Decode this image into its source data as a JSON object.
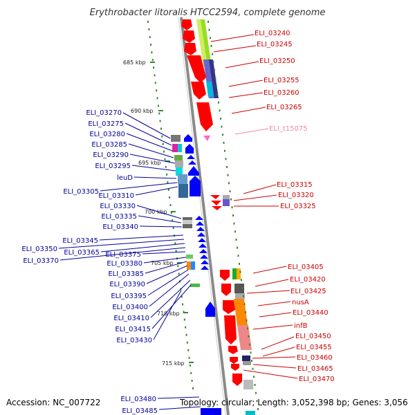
{
  "title": "Erythrobacter litoralis HTCC2594, complete genome",
  "footer": {
    "accession": "Accession: NC_007722",
    "topology": "Topology: circular; Length: 3,052,398 bp; Genes: 3,056"
  },
  "colors": {
    "right_label": "#cc0000",
    "left_label": "#000099",
    "trna_label": "#ee88aa",
    "forward_arrow": "#ff0000",
    "reverse_arrow": "#0000ff",
    "ruler_dots": "#338833"
  },
  "ticks": [
    "685 kbp",
    "690 kbp",
    "695 kbp",
    "700 kbp",
    "705 kbp",
    "710 kbp",
    "715 kbp"
  ],
  "right_genes": [
    "ELI_03240",
    "ELI_03245",
    "ELI_03250",
    "ELI_03255",
    "ELI_03260",
    "ELI_03265",
    "ELI_t15075",
    "ELI_03315",
    "ELI_03320",
    "ELI_03325",
    "ELI_03405",
    "ELI_03420",
    "ELI_03425",
    "nusA",
    "ELI_03440",
    "infB",
    "ELI_03450",
    "ELI_03455",
    "ELI_03460",
    "ELI_03465",
    "ELI_03470"
  ],
  "left_genes": [
    "ELI_03270",
    "ELI_03275",
    "ELI_03280",
    "ELI_03285",
    "ELI_03290",
    "ELI_03295",
    "leuD",
    "ELI_03305",
    "ELI_03310",
    "ELI_03330",
    "ELI_03335",
    "ELI_03340",
    "ELI_03345",
    "ELI_03350",
    "ELI_03365",
    "ELI_03370",
    "ELI_03375",
    "ELI_03380",
    "ELI_03385",
    "ELI_03390",
    "ELI_03395",
    "ELI_03400",
    "ELI_03410",
    "ELI_03415",
    "ELI_03430",
    "ELI_03480",
    "ELI_03485"
  ]
}
